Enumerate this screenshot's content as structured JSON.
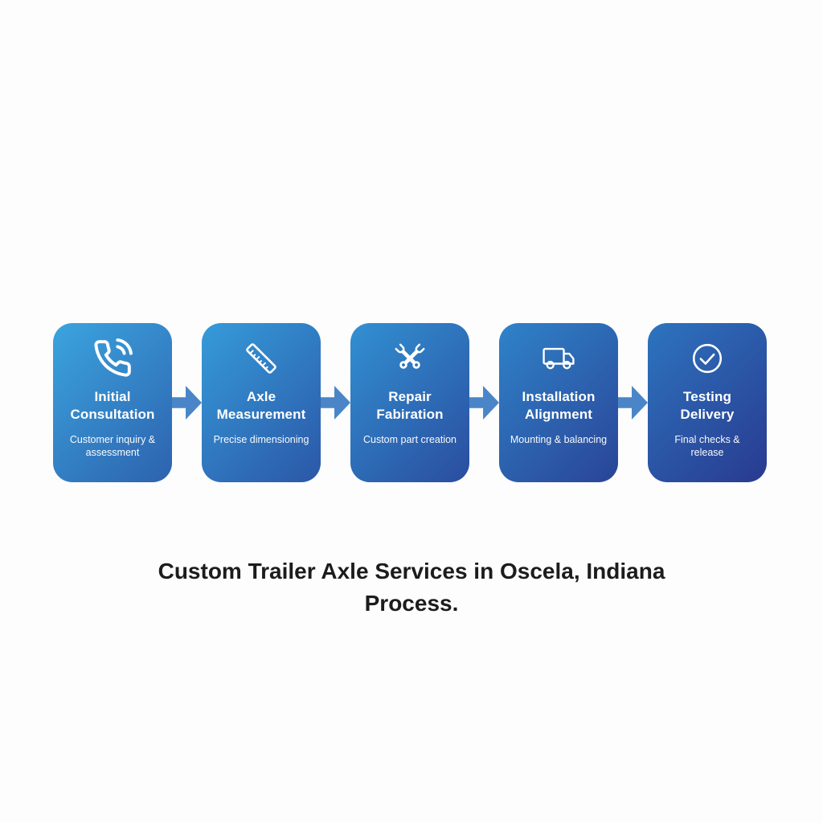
{
  "colors": {
    "background": "#FDFDFD",
    "arrow": "#4A86C7",
    "card_text": "#FFFFFF",
    "caption_text": "#1C1C1E"
  },
  "caption": {
    "line1": "Custom Trailer Axle Services in Oscela, Indiana",
    "line2": "Process."
  },
  "steps": [
    {
      "icon": "phone-call-icon",
      "title_line1": "Initial",
      "title_line2": "Consultation",
      "subtitle": "Customer inquiry & assessment",
      "gradient_start": "#3BA4DF",
      "gradient_end": "#2D62AE"
    },
    {
      "icon": "ruler-icon",
      "title_line1": "Axle",
      "title_line2": "Measurement",
      "subtitle": "Precise dimensioning",
      "gradient_start": "#359BD9",
      "gradient_end": "#2B57A7"
    },
    {
      "icon": "crossed-wrenches-icon",
      "title_line1": "Repair",
      "title_line2": "Fabiration",
      "subtitle": "Custom part creation",
      "gradient_start": "#3290D2",
      "gradient_end": "#2A4D9F"
    },
    {
      "icon": "delivery-truck-icon",
      "title_line1": "Installation",
      "title_line2": "Alignment",
      "subtitle": "Mounting & balancing",
      "gradient_start": "#2F83C9",
      "gradient_end": "#2A4497"
    },
    {
      "icon": "check-circle-icon",
      "title_line1": "Testing",
      "title_line2": "Delivery",
      "subtitle": "Final checks & release",
      "gradient_start": "#2D74BF",
      "gradient_end": "#293A8F"
    }
  ]
}
